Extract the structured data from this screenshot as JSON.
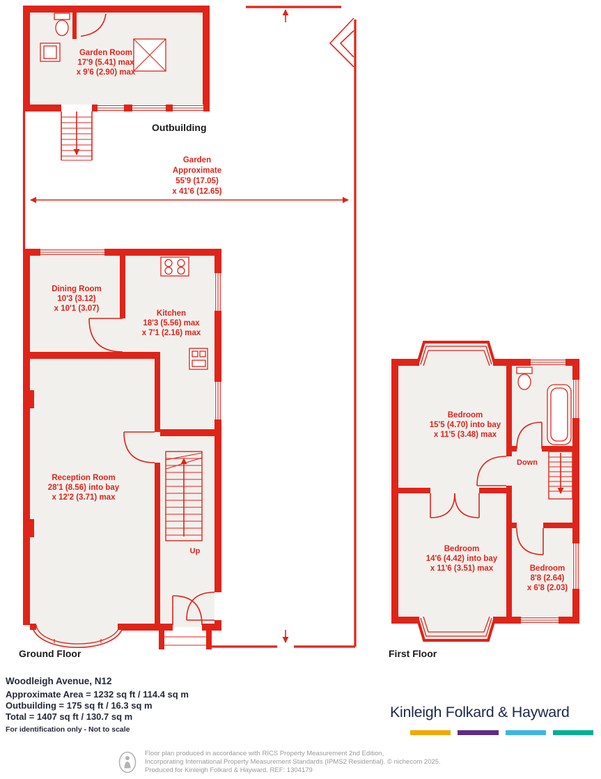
{
  "plan": {
    "colors": {
      "wall_red": "#e02419",
      "room_fill": "#f2f0ed",
      "caption_black": "#1a1a1a"
    },
    "floors": {
      "outbuilding_caption": "Outbuilding",
      "ground_caption": "Ground Floor",
      "first_caption": "First Floor"
    },
    "rooms": {
      "garden_room": {
        "lines": [
          "Garden Room",
          "17'9 (5.41) max",
          "x 9'6 (2.90) max"
        ]
      },
      "garden": {
        "lines": [
          "Garden",
          "Approximate",
          "55'9 (17.05)",
          "x 41'6 (12.65)"
        ]
      },
      "dining_room": {
        "lines": [
          "Dining Room",
          "10'3 (3.12)",
          "x 10'1 (3.07)"
        ]
      },
      "kitchen": {
        "lines": [
          "Kitchen",
          "18'3 (5.56) max",
          "x 7'1 (2.16) max"
        ]
      },
      "reception_room": {
        "lines": [
          "Reception Room",
          "28'1 (8.56) into bay",
          "x 12'2 (3.71) max"
        ]
      },
      "bedroom_1": {
        "lines": [
          "Bedroom",
          "15'5 (4.70) into bay",
          "x 11'5 (3.48) max"
        ]
      },
      "bedroom_2": {
        "lines": [
          "Bedroom",
          "14'6 (4.42) into bay",
          "x 11'6 (3.51) max"
        ]
      },
      "bedroom_3": {
        "lines": [
          "Bedroom",
          "8'8 (2.64)",
          "x 6'8 (2.03)"
        ]
      }
    },
    "directions": {
      "up": "Up",
      "down": "Down"
    }
  },
  "summary": {
    "address": "Woodleigh Avenue, N12",
    "approximate_area": "Approximate Area = 1232 sq ft / 114.4 sq m",
    "outbuilding_area": "Outbuilding = 175 sq ft / 16.3 sq m",
    "total_area": "Total = 1407 sq ft / 130.7 sq m",
    "disclaimer": "For identification only - Not to scale"
  },
  "brand": {
    "name": "Kinleigh Folkard & Hayward",
    "bar_colors": [
      "#f2a900",
      "#5f2c85",
      "#3db5e6",
      "#00b092"
    ],
    "text_color": "#20294d"
  },
  "footer": {
    "line1": "Floor plan produced in accordance with RICS Property Measurement 2nd Edition,",
    "line2": "Incorporating International Property Measurement Standards (IPMS2 Residential).  © nichecom 2025.",
    "line3": "Produced for Kinleigh Folkard & Hayward.   REF: 1304179"
  }
}
